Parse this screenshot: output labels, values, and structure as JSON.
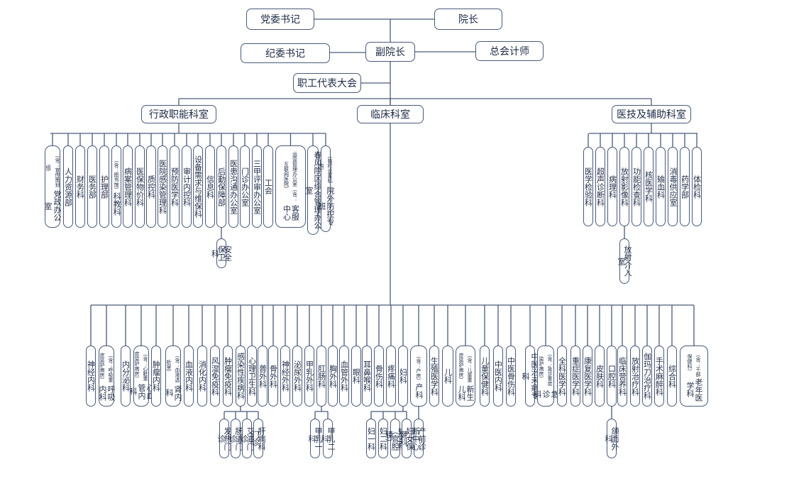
{
  "top": {
    "party_secretary": "党委书记",
    "president": "院长",
    "discipline_secretary": "纪委书记",
    "vice_president": "副院长",
    "chief_accountant": "总会计师",
    "workers_congress": "职工代表大会"
  },
  "branches": {
    "admin": "行政职能科室",
    "clinical": "临床科室",
    "support": "医技及辅助科室"
  },
  "admin_depts": [
    {
      "main": "党政办公室",
      "sub": "（含：宣传策划组）"
    },
    {
      "main": "人力资源部",
      "sub": ""
    },
    {
      "main": "财务科",
      "sub": ""
    },
    {
      "main": "医务部",
      "sub": ""
    },
    {
      "main": "护理部",
      "sub": ""
    },
    {
      "main": "科教科",
      "sub": "（含：图书馆）"
    },
    {
      "main": "病案管理科",
      "sub": ""
    },
    {
      "main": "医保物价科",
      "sub": ""
    },
    {
      "main": "质控科",
      "sub": ""
    },
    {
      "main": "医院感染管理科",
      "sub": ""
    },
    {
      "main": "预防医学科",
      "sub": ""
    },
    {
      "main": "审计内控科",
      "sub": ""
    },
    {
      "main": "设备需求与维保科",
      "sub": ""
    },
    {
      "main": "信息科",
      "sub": ""
    },
    {
      "main": "后勤保障部",
      "sub": ""
    },
    {
      "main": "医患沟通办公室",
      "sub": ""
    },
    {
      "main": "门诊办公室",
      "sub": ""
    },
    {
      "main": "三甲评审办公室",
      "sub": ""
    },
    {
      "main": "工会",
      "sub": ""
    },
    {
      "main": "客服中心",
      "sub": "运营管理办公室（含：互联网医院）"
    },
    {
      "main": "春风院区综合管理办公室",
      "sub": ""
    },
    {
      "main": "院外防控专班",
      "sub": "（临时设置机构）"
    }
  ],
  "admin_sub": {
    "security": "安全保卫科"
  },
  "support_depts": [
    "医学检验科",
    "超声诊断科",
    "病理科",
    "放射影像科",
    "功能检查科",
    "核医学科",
    "输血科",
    "消毒供应室",
    "药学部",
    "体检科"
  ],
  "support_sub": {
    "interventional": "放射介入室"
  },
  "clinical_depts": [
    {
      "main": "神经内科",
      "sub": ""
    },
    {
      "main": "呼吸内科",
      "sub": "（含：呼吸重症监护病房）"
    },
    {
      "main": "内分泌科",
      "sub": ""
    },
    {
      "main": "心血管内科",
      "sub": "（含：心脏重症监护病房）"
    },
    {
      "main": "肿瘤内科",
      "sub": ""
    },
    {
      "main": "肾内科",
      "sub": "（含：血液透析室）"
    },
    {
      "main": "血液内科",
      "sub": ""
    },
    {
      "main": "消化内科",
      "sub": ""
    },
    {
      "main": "风湿免疫科",
      "sub": ""
    },
    {
      "main": "肿瘤免疫科",
      "sub": ""
    },
    {
      "main": "感染性疾病科",
      "sub": ""
    },
    {
      "main": "心理卫生科",
      "sub": ""
    },
    {
      "main": "普外科",
      "sub": ""
    },
    {
      "main": "骨外科",
      "sub": ""
    },
    {
      "main": "神经外科",
      "sub": ""
    },
    {
      "main": "泌尿外科",
      "sub": ""
    },
    {
      "main": "甲乳外科",
      "sub": ""
    },
    {
      "main": "肛肠科",
      "sub": ""
    },
    {
      "main": "胸外科",
      "sub": ""
    },
    {
      "main": "血管外科",
      "sub": ""
    },
    {
      "main": "眼科",
      "sub": ""
    },
    {
      "main": "耳鼻喉科",
      "sub": ""
    },
    {
      "main": "骨伤科",
      "sub": ""
    },
    {
      "main": "疼痛科",
      "sub": ""
    },
    {
      "main": "妇科",
      "sub": ""
    },
    {
      "main": "产科",
      "sub": "（含：产房）"
    },
    {
      "main": "生殖医学科",
      "sub": ""
    },
    {
      "main": "儿科",
      "sub": ""
    },
    {
      "main": "新生儿科",
      "sub": "（含：儿童重症监护病房）"
    },
    {
      "main": "儿童保健科",
      "sub": ""
    },
    {
      "main": "中医内科",
      "sub": ""
    },
    {
      "main": "中医骨伤科",
      "sub": ""
    },
    {
      "main": "中医治未病专科",
      "sub": ""
    },
    {
      "main": "急诊科",
      "sub": "（含：急诊重症监护病房）"
    },
    {
      "main": "全科医学科",
      "sub": ""
    },
    {
      "main": "重症医学科",
      "sub": ""
    },
    {
      "main": "康复医学科",
      "sub": ""
    },
    {
      "main": "皮肤科",
      "sub": ""
    },
    {
      "main": "口腔科",
      "sub": ""
    },
    {
      "main": "临床营养科",
      "sub": ""
    },
    {
      "main": "放射治疗科",
      "sub": ""
    },
    {
      "main": "伽玛刀治疗科",
      "sub": ""
    },
    {
      "main": "手术麻醉科",
      "sub": ""
    },
    {
      "main": "综合科",
      "sub": ""
    },
    {
      "main": "老年医学科",
      "sub": "（含：干部保健科）"
    }
  ],
  "clinical_subs": {
    "infection": [
      "发热门诊",
      "肠道门诊",
      "艾滋门诊",
      "肝病科门诊"
    ],
    "breast": [
      "甲乳一科",
      "甲乳二科"
    ],
    "gyn": [
      "妇一科",
      "妇二科",
      "妇三科（宫腔镜）",
      "妇女保健科"
    ],
    "obstetric": "产前诊断中心",
    "oral": "颌面外科"
  }
}
